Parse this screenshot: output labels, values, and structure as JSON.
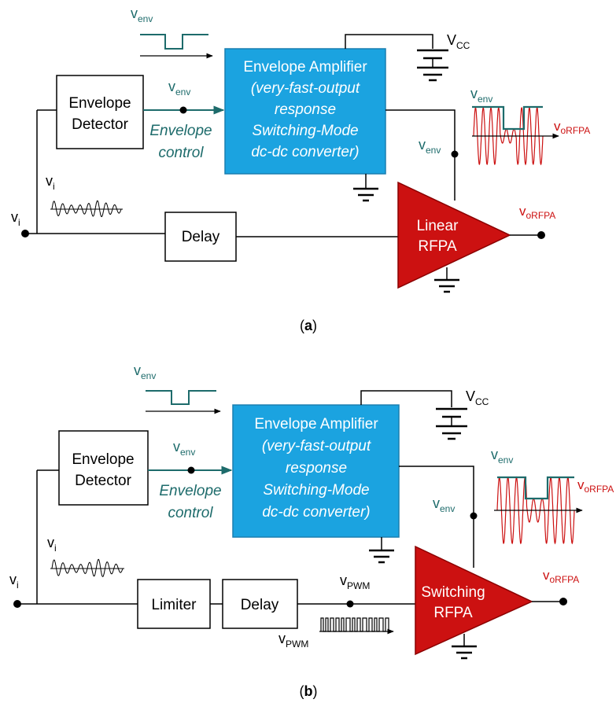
{
  "panel_a": {
    "caption_paren_open": "(",
    "caption_letter": "a",
    "caption_paren_close": ")",
    "envelope_detector": [
      "Envelope",
      "Detector"
    ],
    "envelope_amplifier": [
      "Envelope Amplifier",
      "(very-fast-output",
      "response",
      "Switching-Mode",
      "dc-dc converter)"
    ],
    "delay": "Delay",
    "rfpa": [
      "Linear",
      "RFPA"
    ],
    "vcc": {
      "base": "V",
      "sub": "CC"
    },
    "venv_top": {
      "base": "v",
      "sub": "env"
    },
    "venv_mid": {
      "base": "v",
      "sub": "env"
    },
    "venv_right": {
      "base": "v",
      "sub": "env"
    },
    "venv_wave": {
      "base": "v",
      "sub": "env"
    },
    "envelope_control": [
      "Envelope",
      "control"
    ],
    "vi_small": {
      "base": "v",
      "sub": "i"
    },
    "vi_input": {
      "base": "v",
      "sub": "i"
    },
    "vorfpa_wave": {
      "base": "v",
      "sub": "oRFPA"
    },
    "vorfpa_out": {
      "base": "v",
      "sub": "oRFPA"
    }
  },
  "panel_b": {
    "caption_paren_open": "(",
    "caption_letter": "b",
    "caption_paren_close": ")",
    "envelope_detector": [
      "Envelope",
      "Detector"
    ],
    "envelope_amplifier": [
      "Envelope Amplifier",
      "(very-fast-output",
      "response",
      "Switching-Mode",
      "dc-dc converter)"
    ],
    "limiter": "Limiter",
    "delay": "Delay",
    "rfpa": [
      "Switching",
      "RFPA"
    ],
    "vcc": {
      "base": "V",
      "sub": "CC"
    },
    "venv_top": {
      "base": "v",
      "sub": "env"
    },
    "venv_mid": {
      "base": "v",
      "sub": "env"
    },
    "venv_right": {
      "base": "v",
      "sub": "env"
    },
    "venv_wave": {
      "base": "v",
      "sub": "env"
    },
    "envelope_control": [
      "Envelope",
      "control"
    ],
    "vi_small": {
      "base": "v",
      "sub": "i"
    },
    "vi_input": {
      "base": "v",
      "sub": "i"
    },
    "vpwm_node": {
      "base": "v",
      "sub": "PWM"
    },
    "vpwm_wave": {
      "base": "v",
      "sub": "PWM"
    },
    "vorfpa_wave": {
      "base": "v",
      "sub": "oRFPA"
    },
    "vorfpa_out": {
      "base": "v",
      "sub": "oRFPA"
    }
  },
  "colors": {
    "amplifier_fill": "#1ba3e0",
    "rfpa_fill": "#cc1111",
    "signal_teal": "#1d6b6b",
    "output_red": "#cc1111"
  }
}
